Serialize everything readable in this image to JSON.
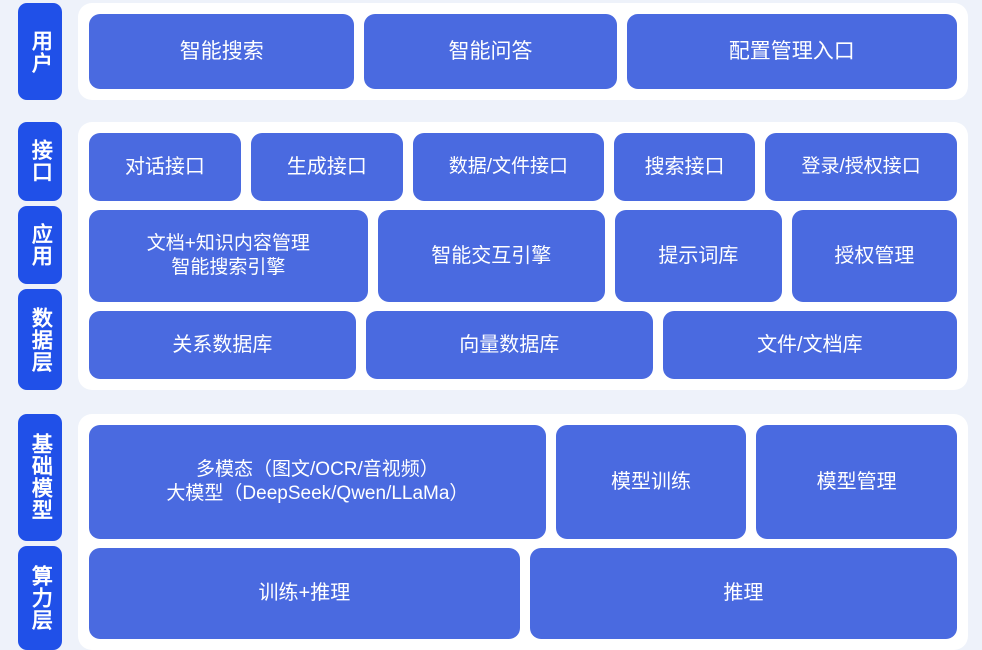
{
  "theme": {
    "background": "#eef2fa",
    "panel_background": "#ffffff",
    "tab_color": "#2050e8",
    "card_color": "#4a6ae0",
    "text_color": "#ffffff"
  },
  "bands": [
    {
      "id": "user",
      "tabs": [
        "用户"
      ],
      "rows": [
        {
          "cards": [
            {
              "label": "智能搜索",
              "flex": 273
            },
            {
              "label": "智能问答",
              "flex": 251
            },
            {
              "label": "配置管理入口",
              "flex": 311
            }
          ]
        }
      ]
    },
    {
      "id": "app",
      "tabs": [
        "接口",
        "应用",
        "数据层"
      ],
      "rows": [
        {
          "cards": [
            {
              "label": "对话接口",
              "flex": 173
            },
            {
              "label": "生成接口",
              "flex": 173
            },
            {
              "label": "数据/文件接口",
              "flex": 173
            },
            {
              "label": "搜索接口",
              "flex": 140
            },
            {
              "label": "登录/授权接口",
              "flex": 175
            }
          ]
        },
        {
          "cards": [
            {
              "label": "文档+知识内容管理\n智能搜索引擎",
              "flex": 253
            },
            {
              "label": "智能交互引擎",
              "flex": 232
            },
            {
              "label": "提示词库",
              "flex": 180
            },
            {
              "label": "授权管理",
              "flex": 176
            }
          ]
        },
        {
          "cards": [
            {
              "label": "关系数据库",
              "flex": 253
            },
            {
              "label": "向量数据库",
              "flex": 287
            },
            {
              "label": "文件/文档库",
              "flex": 290
            }
          ]
        }
      ]
    },
    {
      "id": "base",
      "tabs": [
        "基础模型",
        "算力层"
      ],
      "rows": [
        {
          "cards": [
            {
              "label": "多模态（图文/OCR/音视频）\n大模型（DeepSeek/Qwen/LLaMa）",
              "flex": 338
            },
            {
              "label": "模型训练",
              "flex": 230
            },
            {
              "label": "模型管理",
              "flex": 255
            }
          ]
        },
        {
          "cards": [
            {
              "label": "训练+推理",
              "flex": 396
            },
            {
              "label": "推理",
              "flex": 455
            }
          ]
        }
      ]
    }
  ]
}
